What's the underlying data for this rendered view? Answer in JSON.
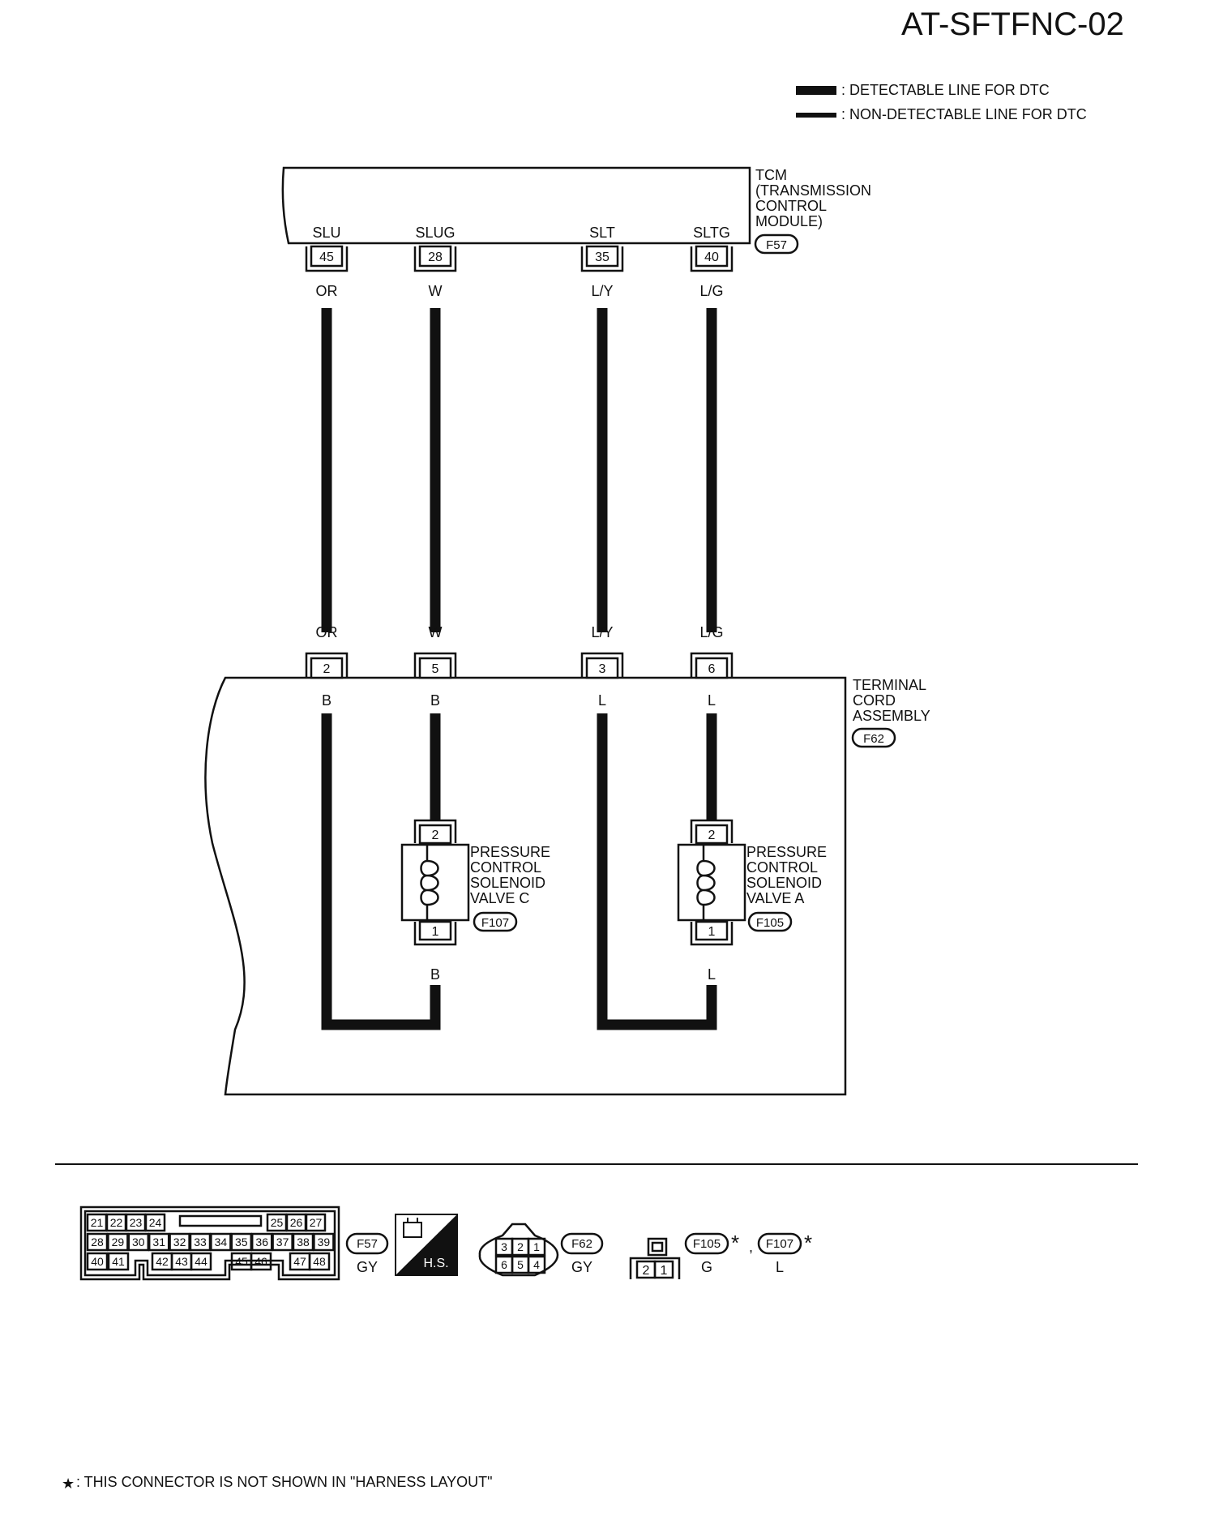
{
  "diagram_id": "AT-SFTFNC-02",
  "legend": {
    "detectable": ": DETECTABLE LINE FOR DTC",
    "non_detectable": ": NON-DETECTABLE LINE FOR DTC"
  },
  "tcm": {
    "lines": [
      "TCM",
      "(TRANSMISSION",
      "CONTROL",
      "MODULE)"
    ],
    "connector": "F57"
  },
  "terminal_cord": {
    "lines": [
      "TERMINAL",
      "CORD",
      "ASSEMBLY"
    ],
    "connector": "F62"
  },
  "circuits": [
    {
      "signal": "SLU",
      "tcm_pin": "45",
      "wire_color_top": "OR",
      "f62_pin": "2",
      "wire_color_bottom": "B"
    },
    {
      "signal": "SLUG",
      "tcm_pin": "28",
      "wire_color_top": "W",
      "f62_pin": "5",
      "wire_color_bottom": "B"
    },
    {
      "signal": "SLT",
      "tcm_pin": "35",
      "wire_color_top": "L/Y",
      "f62_pin": "3",
      "wire_color_bottom": "L"
    },
    {
      "signal": "SLTG",
      "tcm_pin": "40",
      "wire_color_top": "L/G",
      "f62_pin": "6",
      "wire_color_bottom": "L"
    }
  ],
  "solenoids": [
    {
      "lines": [
        "PRESSURE",
        "CONTROL",
        "SOLENOID",
        "VALVE C"
      ],
      "connector": "F107",
      "pin_top": "2",
      "pin_bottom": "1",
      "wire_color": "B"
    },
    {
      "lines": [
        "PRESSURE",
        "CONTROL",
        "SOLENOID",
        "VALVE A"
      ],
      "connector": "F105",
      "pin_top": "2",
      "pin_bottom": "1",
      "wire_color": "L"
    }
  ],
  "connector_faces": {
    "f57": {
      "row1": [
        "21",
        "22",
        "23",
        "24",
        "25",
        "26",
        "27"
      ],
      "row2": [
        "28",
        "29",
        "30",
        "31",
        "32",
        "33",
        "34",
        "35",
        "36",
        "37",
        "38",
        "39"
      ],
      "row3": [
        "40",
        "41",
        "42",
        "43",
        "44",
        "45",
        "46",
        "47",
        "48"
      ],
      "id": "F57",
      "color": "GY"
    },
    "hs_label": "H.S.",
    "f62": {
      "row1": [
        "3",
        "2",
        "1"
      ],
      "row2": [
        "6",
        "5",
        "4"
      ],
      "id": "F62",
      "color": "GY"
    },
    "f105": {
      "pins": [
        "2",
        "1"
      ],
      "id": "F105",
      "color": "G"
    },
    "f107": {
      "id": "F107",
      "color": "L"
    },
    "star": "*",
    "comma": ","
  },
  "footnote": {
    "star": "★",
    "text": ": THIS CONNECTOR IS NOT SHOWN IN \"HARNESS LAYOUT\""
  }
}
